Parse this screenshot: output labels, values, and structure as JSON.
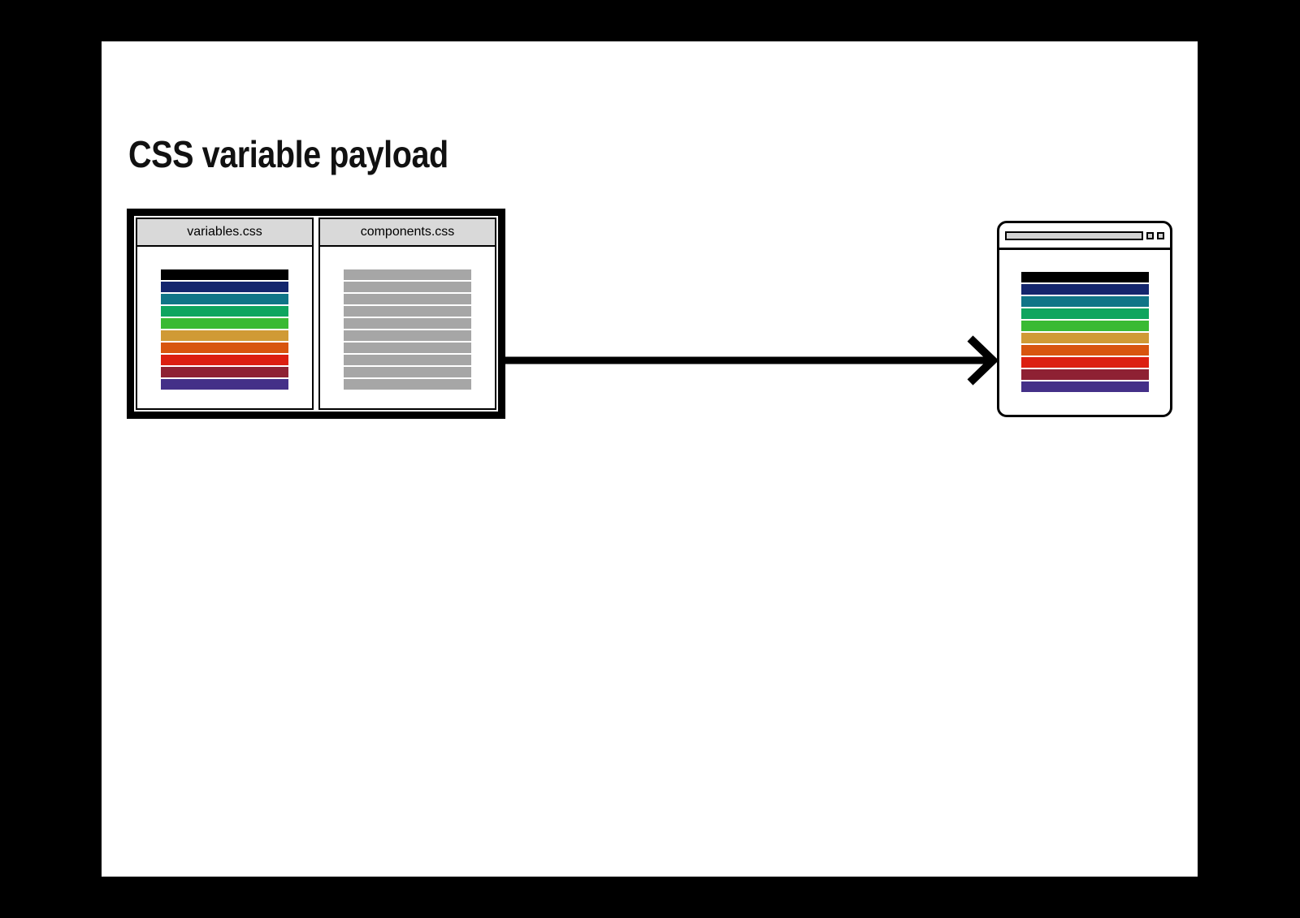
{
  "title": "CSS variable payload",
  "source_box": {
    "files": [
      {
        "name": "variables.css",
        "content": "color-palette"
      },
      {
        "name": "components.css",
        "content": "gray-rule-lines"
      }
    ]
  },
  "palette": [
    "#000000",
    "#14266d",
    "#107587",
    "#0fa55f",
    "#3aba33",
    "#d09a35",
    "#d8550f",
    "#dc1f11",
    "#8e2133",
    "#443088"
  ],
  "gray_lines": {
    "count": 10,
    "color": "#a6a6a6"
  },
  "browser": {
    "renders": "color-palette"
  },
  "colors": {
    "canvas_bg": "#ffffff",
    "frame_bg": "#000000",
    "panel_header_bg": "#d9d9d9",
    "chrome_gray": "#d3d3d3",
    "line_black": "#000000"
  }
}
